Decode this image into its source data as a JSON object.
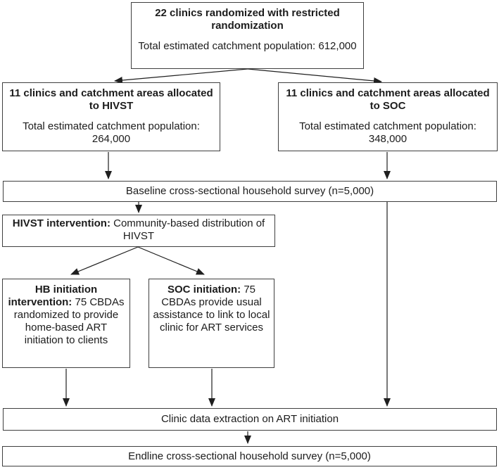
{
  "diagram": {
    "type": "trial-flowchart",
    "nodes": {
      "randomized": {
        "heading": "22 clinics randomized with restricted randomization",
        "population": "Total estimated catchment population: 612,000"
      },
      "hivst_arm": {
        "heading": "11 clinics and catchment areas allocated to HIVST",
        "population": "Total estimated catchment population: 264,000"
      },
      "soc_arm": {
        "heading": "11 clinics and catchment areas allocated to SOC",
        "population": "Total estimated catchment population: 348,000"
      },
      "baseline_survey": {
        "label": "Baseline cross-sectional household survey (n=5,000)"
      },
      "hivst_intervention": {
        "bold": "HIVST intervention:",
        "rest": " Community-based distribution of HIVST"
      },
      "hb_initiation": {
        "bold": "HB initiation intervention:",
        "rest": " 75 CBDAs randomized to provide home-based ART initiation to clients"
      },
      "soc_initiation": {
        "bold": "SOC initiation:",
        "rest": " 75 CBDAs provide usual assistance to link to local clinic for ART services"
      },
      "clinic_extraction": {
        "label": "Clinic data extraction on ART initiation"
      },
      "endline_survey": {
        "label": "Endline cross-sectional household survey (n=5,000)"
      }
    },
    "colors": {
      "box_border": "#3f3f3f",
      "arrow": "#1f1f1f",
      "text": "#1c1c1c",
      "background": "#ffffff"
    }
  }
}
